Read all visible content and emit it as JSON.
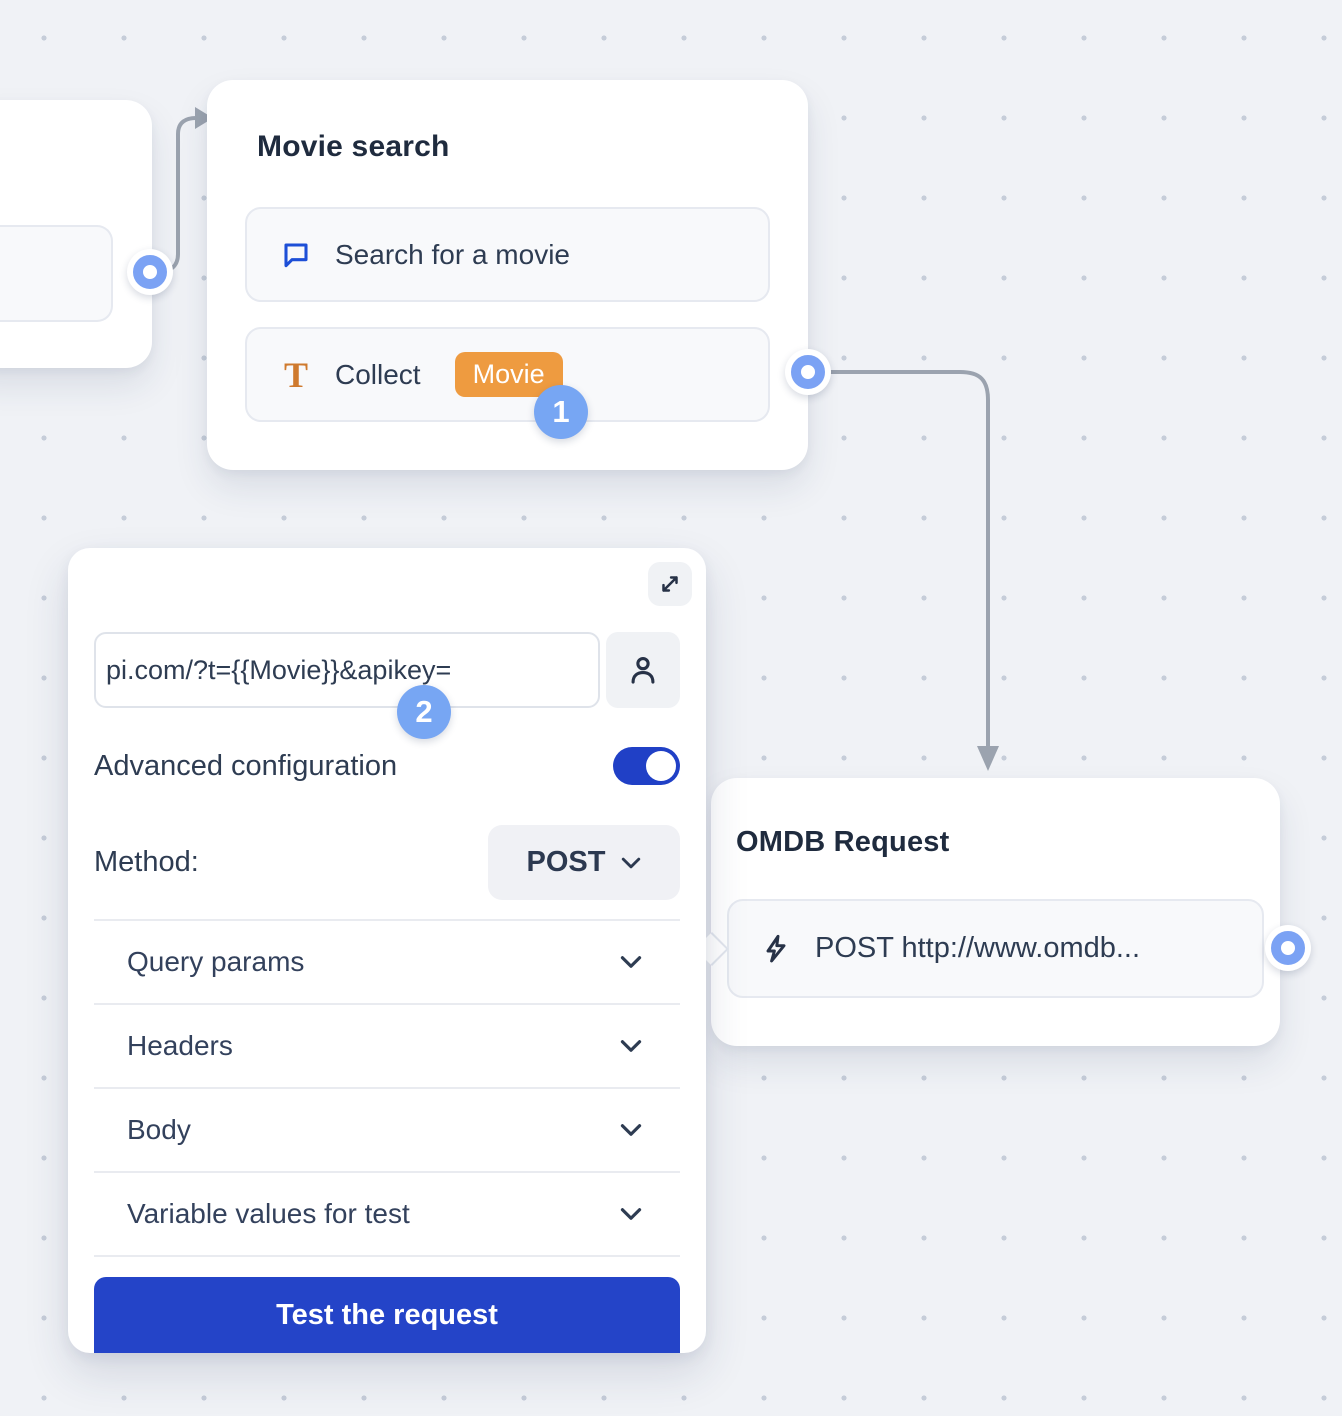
{
  "movie_search_node": {
    "title": "Movie search",
    "items": [
      {
        "icon": "chat-bubble-icon",
        "label": "Search for a movie"
      },
      {
        "icon": "text-input-icon",
        "icon_glyph": "T",
        "label": "Collect",
        "variable_badge": "Movie"
      }
    ],
    "step_badge": "1"
  },
  "request_panel": {
    "expand_icon": "expand-icon",
    "url_value": "pi.com/?t={{Movie}}&apikey=",
    "user_button_icon": "user-icon",
    "step_badge": "2",
    "advanced_configuration_label": "Advanced configuration",
    "advanced_configuration_enabled": true,
    "method_label": "Method:",
    "method_value": "POST",
    "sections": [
      {
        "label": "Query params"
      },
      {
        "label": "Headers"
      },
      {
        "label": "Body"
      },
      {
        "label": "Variable values for test"
      }
    ],
    "test_button_label": "Test the request"
  },
  "omdb_node": {
    "title": "OMDB Request",
    "item_icon": "lightning-icon",
    "item_label": "POST http://www.omdb..."
  },
  "colors": {
    "canvas_background": "#f0f2f6",
    "grid_dot": "#c6cdd9",
    "accent_blue": "#2444c8",
    "badge_blue": "#77a6f3",
    "port_ring_blue": "#7ba2f4",
    "variable_orange": "#ee9b40",
    "text_icon_orange": "#cf7a2e",
    "chat_icon_blue": "#1d4fd7",
    "connector_gray": "#9ba3af",
    "title_navy": "#1f2b3e"
  }
}
